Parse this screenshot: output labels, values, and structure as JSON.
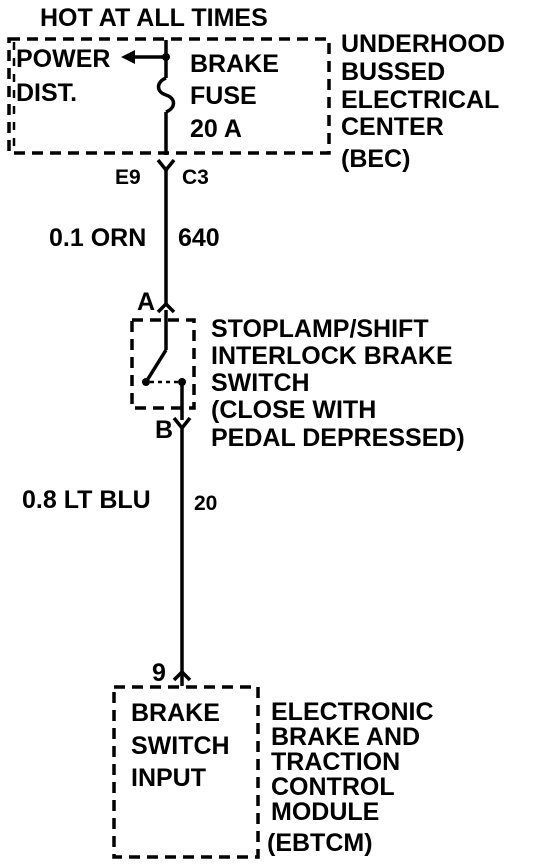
{
  "source": {
    "header": "HOT AT ALL TIMES"
  },
  "power_distribution": {
    "label_line1": "POWER",
    "label_line2": "DIST."
  },
  "fuse": {
    "line1": "BRAKE",
    "line2": "FUSE",
    "rating": "20 A"
  },
  "bec": {
    "line1": "UNDERHOOD",
    "line2": "BUSSED",
    "line3": "ELECTRICAL",
    "line4": "CENTER",
    "abbrev": "(BEC)"
  },
  "bec_connector": {
    "left": "E9",
    "right": "C3"
  },
  "wire_upper": {
    "gauge_color": "0.1 ORN",
    "circuit": "640"
  },
  "switch": {
    "terminal_top": "A",
    "terminal_bottom": "B",
    "line1": "STOPLAMP/SHIFT",
    "line2": "INTERLOCK BRAKE",
    "line3": "SWITCH",
    "line4": "(CLOSE WITH",
    "line5": "PEDAL DEPRESSED)"
  },
  "wire_lower": {
    "gauge_color": "0.8 LT BLU",
    "circuit": "20"
  },
  "module": {
    "pin": "9",
    "input_line1": "BRAKE",
    "input_line2": "SWITCH",
    "input_line3": "INPUT",
    "line1": "ELECTRONIC",
    "line2": "BRAKE AND",
    "line3": "TRACTION",
    "line4": "CONTROL",
    "line5": "MODULE",
    "abbrev": "(EBTCM)"
  }
}
